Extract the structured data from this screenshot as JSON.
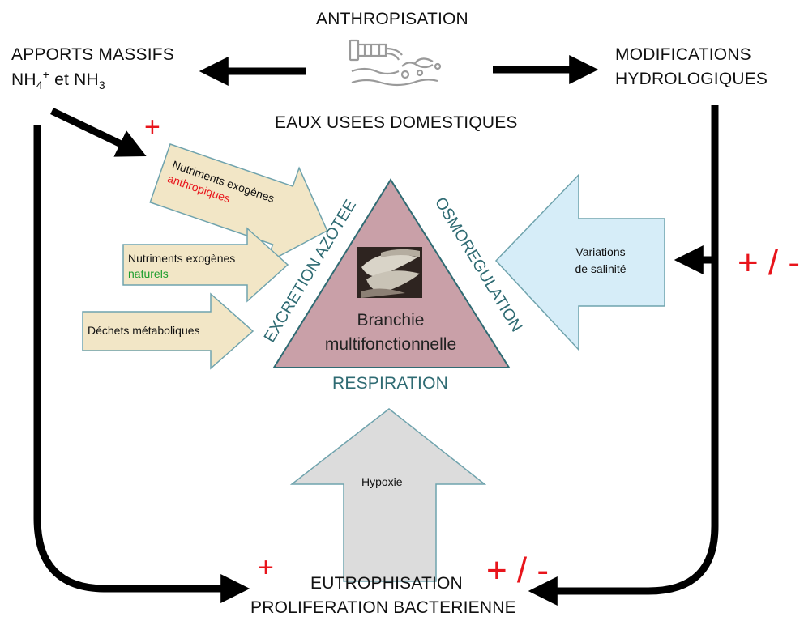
{
  "top": {
    "title": "ANTHROPISATION",
    "subtitle": "EAUX USEES DOMESTIQUES",
    "icon": "wastewater-pipe-icon"
  },
  "left_top": {
    "line1": "APPORTS MASSIFS",
    "nh": "NH",
    "nh4_sub": "4",
    "nh4_sup": "+",
    "et": " et NH",
    "nh3_sub": "3"
  },
  "right_top": {
    "line1": "MODIFICATIONS",
    "line2": "HYDROLOGIQUES"
  },
  "bottom": {
    "line1": "EUTROPHISATION",
    "line2": "PROLIFERATION BACTERIENNE"
  },
  "signs": {
    "plus_top": "+",
    "plus_bottom": "+",
    "plusminus_right": "+ / -",
    "plusminus_bottom": "+ / -"
  },
  "arrows": {
    "anthropiques_line1": "Nutriments exogènes",
    "anthropiques_line2": "anthropiques",
    "naturels_line1": "Nutriments exogènes",
    "naturels_line2": "naturels",
    "dechets": "Déchets métaboliques",
    "salinite_line1": "Variations",
    "salinite_line2": "de salinité",
    "hypoxie": "Hypoxie"
  },
  "triangle": {
    "center_line1": "Branchie",
    "center_line2": "multifonctionnelle",
    "left_side": "EXCRETION AZOTEE",
    "right_side": "OSMOREGULATION",
    "bottom_side": "RESPIRATION",
    "photo": "gill-photo"
  },
  "colors": {
    "triangle_fill": "#c9a0a8",
    "triangle_stroke": "#2f6b73",
    "tan_arrow_fill": "#f2e6c6",
    "blue_arrow_fill": "#d6edf8",
    "gray_arrow_fill": "#dcdcdc",
    "red": "#e8141b",
    "green": "#1e9e2e",
    "teal": "#2f6b73"
  }
}
